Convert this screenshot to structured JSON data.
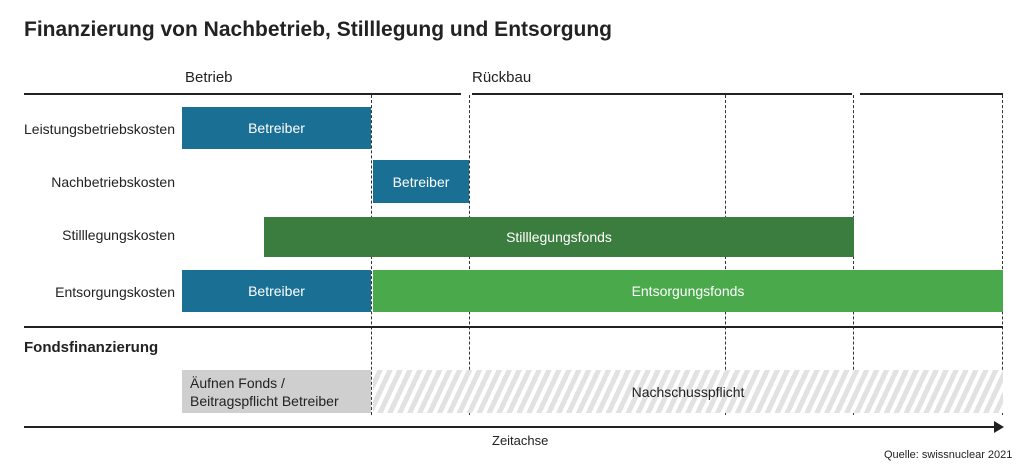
{
  "title": "Finanzierung von Nachbetrieb, Stilllegung und Entsorgung",
  "phases": {
    "operation": "Betrieb",
    "dismantling": "Rückbau"
  },
  "rows": [
    {
      "label": "Leistungsbetriebskosten",
      "bars": [
        {
          "label": "Betreiber",
          "color": "#1a6f94"
        }
      ]
    },
    {
      "label": "Nachbetriebskosten",
      "bars": [
        {
          "label": "Betreiber",
          "color": "#1a6f94"
        }
      ]
    },
    {
      "label": "Stilllegungskosten",
      "bars": [
        {
          "label": "Stilllegungsfonds",
          "color": "#3b7d3e"
        }
      ]
    },
    {
      "label": "Entsorgungskosten",
      "bars": [
        {
          "label": "Betreiber",
          "color": "#1a6f94"
        },
        {
          "label": "Entsorgungsfonds",
          "color": "#4aaa4b"
        }
      ]
    }
  ],
  "fund_section": {
    "heading": "Fondsfinanzierung",
    "grey_line1": "Äufnen Fonds /",
    "grey_line2": "Beitragspflicht Betreiber",
    "hatched_label": "Nachschusspflicht"
  },
  "axis_label": "Zeitachse",
  "source": "Quelle: swissnuclear 2021"
}
